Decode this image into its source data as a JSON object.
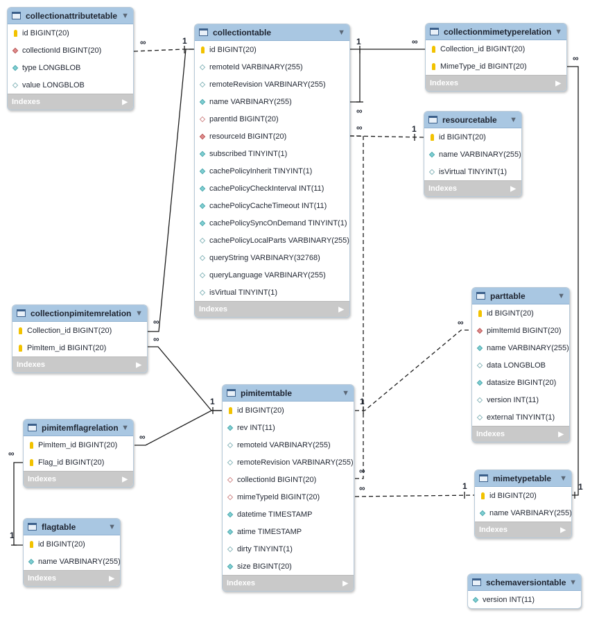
{
  "tables": {
    "collectionattributetable": {
      "name": "collectionattributetable",
      "indexes_label": "Indexes",
      "columns": [
        {
          "icon": "key",
          "text": "id BIGINT(20)"
        },
        {
          "icon": "fk",
          "text": "collectionId BIGINT(20)"
        },
        {
          "icon": "nn",
          "text": "type LONGBLOB"
        },
        {
          "icon": "n",
          "text": "value LONGBLOB"
        }
      ]
    },
    "collectiontable": {
      "name": "collectiontable",
      "indexes_label": "Indexes",
      "columns": [
        {
          "icon": "key",
          "text": "id BIGINT(20)"
        },
        {
          "icon": "n",
          "text": "remoteId VARBINARY(255)"
        },
        {
          "icon": "n",
          "text": "remoteRevision VARBINARY(255)"
        },
        {
          "icon": "nn",
          "text": "name VARBINARY(255)"
        },
        {
          "icon": "fkn",
          "text": "parentId BIGINT(20)"
        },
        {
          "icon": "fk",
          "text": "resourceId BIGINT(20)"
        },
        {
          "icon": "nn",
          "text": "subscribed TINYINT(1)"
        },
        {
          "icon": "nn",
          "text": "cachePolicyInherit TINYINT(1)"
        },
        {
          "icon": "nn",
          "text": "cachePolicyCheckInterval INT(11)"
        },
        {
          "icon": "nn",
          "text": "cachePolicyCacheTimeout INT(11)"
        },
        {
          "icon": "nn",
          "text": "cachePolicySyncOnDemand TINYINT(1)"
        },
        {
          "icon": "n",
          "text": "cachePolicyLocalParts VARBINARY(255)"
        },
        {
          "icon": "n",
          "text": "queryString VARBINARY(32768)"
        },
        {
          "icon": "n",
          "text": "queryLanguage VARBINARY(255)"
        },
        {
          "icon": "n",
          "text": "isVirtual TINYINT(1)"
        }
      ]
    },
    "collectionmimetyperelation": {
      "name": "collectionmimetyperelation",
      "indexes_label": "Indexes",
      "columns": [
        {
          "icon": "key",
          "text": "Collection_id BIGINT(20)"
        },
        {
          "icon": "key",
          "text": "MimeType_id BIGINT(20)"
        }
      ]
    },
    "resourcetable": {
      "name": "resourcetable",
      "indexes_label": "Indexes",
      "columns": [
        {
          "icon": "key",
          "text": "id BIGINT(20)"
        },
        {
          "icon": "nn",
          "text": "name VARBINARY(255)"
        },
        {
          "icon": "n",
          "text": "isVirtual TINYINT(1)"
        }
      ]
    },
    "collectionpimitemrelation": {
      "name": "collectionpimitemrelation",
      "indexes_label": "Indexes",
      "columns": [
        {
          "icon": "key",
          "text": "Collection_id BIGINT(20)"
        },
        {
          "icon": "key",
          "text": "PimItem_id BIGINT(20)"
        }
      ]
    },
    "parttable": {
      "name": "parttable",
      "indexes_label": "Indexes",
      "columns": [
        {
          "icon": "key",
          "text": "id BIGINT(20)"
        },
        {
          "icon": "fk",
          "text": "pimItemId BIGINT(20)"
        },
        {
          "icon": "nn",
          "text": "name VARBINARY(255)"
        },
        {
          "icon": "n",
          "text": "data LONGBLOB"
        },
        {
          "icon": "nn",
          "text": "datasize BIGINT(20)"
        },
        {
          "icon": "n",
          "text": "version INT(11)"
        },
        {
          "icon": "n",
          "text": "external TINYINT(1)"
        }
      ]
    },
    "pimitemtable": {
      "name": "pimitemtable",
      "indexes_label": "Indexes",
      "columns": [
        {
          "icon": "key",
          "text": "id BIGINT(20)"
        },
        {
          "icon": "nn",
          "text": "rev INT(11)"
        },
        {
          "icon": "n",
          "text": "remoteId VARBINARY(255)"
        },
        {
          "icon": "n",
          "text": "remoteRevision VARBINARY(255)"
        },
        {
          "icon": "fkn",
          "text": "collectionId BIGINT(20)"
        },
        {
          "icon": "fkn",
          "text": "mimeTypeId BIGINT(20)"
        },
        {
          "icon": "nn",
          "text": "datetime TIMESTAMP"
        },
        {
          "icon": "nn",
          "text": "atime TIMESTAMP"
        },
        {
          "icon": "n",
          "text": "dirty TINYINT(1)"
        },
        {
          "icon": "nn",
          "text": "size BIGINT(20)"
        }
      ]
    },
    "pimitemflagrelation": {
      "name": "pimitemflagrelation",
      "indexes_label": "Indexes",
      "columns": [
        {
          "icon": "key",
          "text": "PimItem_id BIGINT(20)"
        },
        {
          "icon": "key",
          "text": "Flag_id BIGINT(20)"
        }
      ]
    },
    "flagtable": {
      "name": "flagtable",
      "indexes_label": "Indexes",
      "columns": [
        {
          "icon": "key",
          "text": "id BIGINT(20)"
        },
        {
          "icon": "nn",
          "text": "name VARBINARY(255)"
        }
      ]
    },
    "mimetypetable": {
      "name": "mimetypetable",
      "indexes_label": "Indexes",
      "columns": [
        {
          "icon": "key",
          "text": "id BIGINT(20)"
        },
        {
          "icon": "nn",
          "text": "name VARBINARY(255)"
        }
      ]
    },
    "schemaversiontable": {
      "name": "schemaversiontable",
      "columns": [
        {
          "icon": "nn",
          "text": "version INT(11)"
        }
      ]
    }
  },
  "cardinality": {
    "many": "∞",
    "one": "1"
  }
}
